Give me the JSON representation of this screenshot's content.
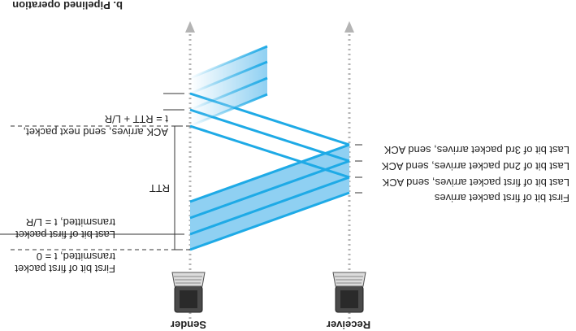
{
  "title": "b. Pipelined operation",
  "nodes": {
    "sender": "Sender",
    "receiver": "Receiver"
  },
  "sender_labels": {
    "first_bit_line1": "First bit of first packet",
    "first_bit_line2": "transmitted, t = 0",
    "last_bit_line1": "Last bit of first packet",
    "last_bit_line2": "transmitted, t = L/R",
    "ack_line1": "ACK arrives, send next packet,",
    "ack_line2": "t = RTT + L/R"
  },
  "rtt_label": "RTT",
  "receiver_labels": {
    "first_bit_arrives": "First bit of first packet arrives",
    "last_bit_1st": "Last bit of first packet arrives, send ACK",
    "last_bit_2nd": "Last bit of 2nd packet arrives, send ACK",
    "last_bit_3rd": "Last bit of 3rd packet arrives, send ACK"
  },
  "colors": {
    "packet_fill": "#8fd0f2",
    "packet_stroke": "#1eaae6",
    "timeline": "#b4b4b4",
    "dashed": "#333333"
  }
}
